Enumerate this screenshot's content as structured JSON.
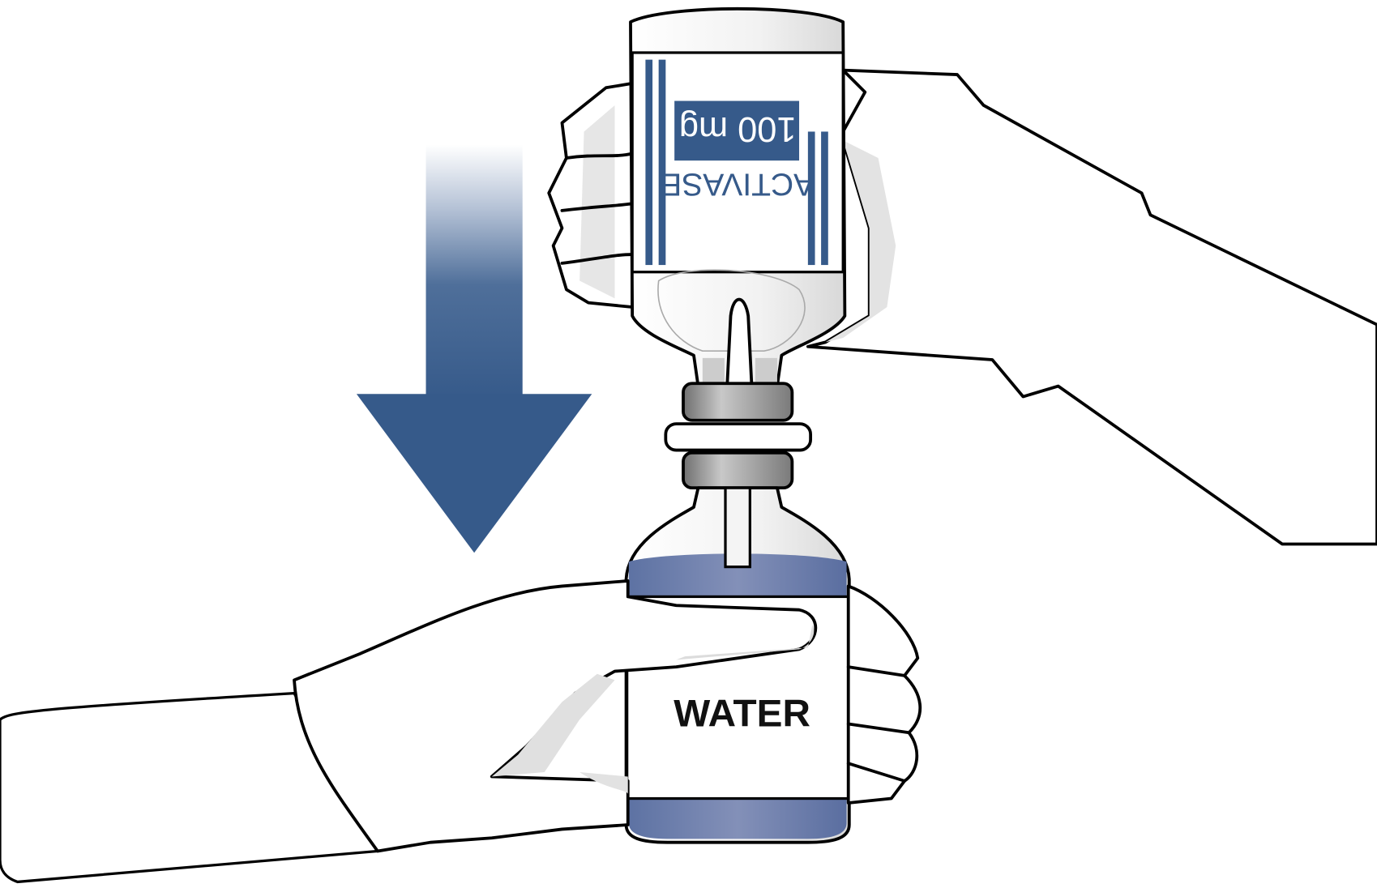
{
  "illustration": {
    "top_vial": {
      "dose_label": "100 mg",
      "brand_label": "ACTIVASE",
      "label_orientation": "upside-down"
    },
    "bottom_vial": {
      "label": "WATER"
    },
    "arrow": {
      "direction": "down"
    },
    "colors": {
      "accent_blue": "#365a8a",
      "liquid_blue": "#6c7fac",
      "glove": "#ffffff",
      "shadow_gray": "#d9d9d9",
      "connector_gray": "#8a8a8a"
    }
  }
}
